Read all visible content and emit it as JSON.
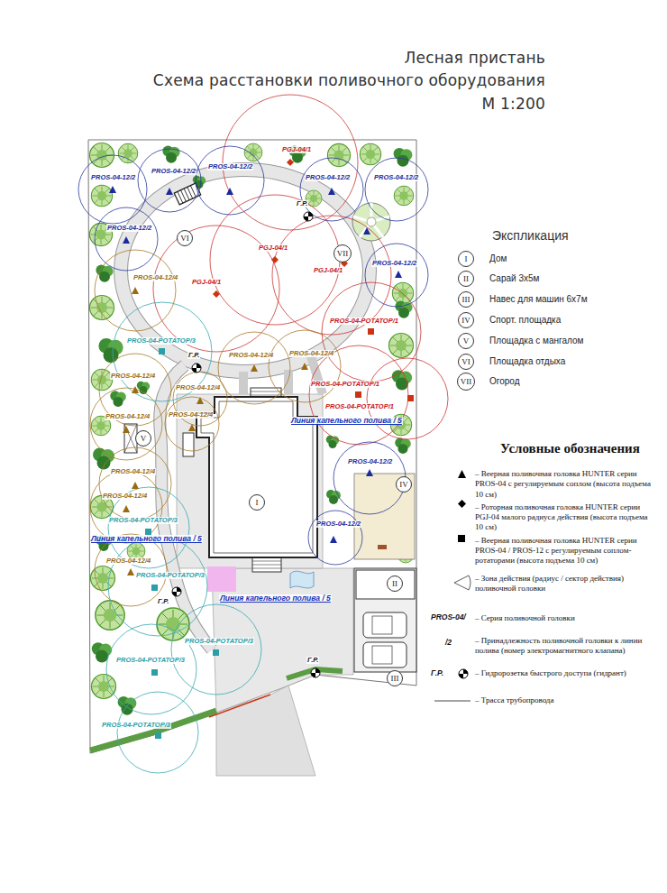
{
  "diagram": {
    "title": "Лесная пристань",
    "nodes": [
      {
        "text": [
          "VI"
        ]
      },
      {
        "text": [
          "VII"
        ]
      },
      {
        "text": [
          "V"
        ]
      },
      {
        "text": [
          "IV"
        ]
      },
      {
        "text": [
          "I"
        ]
      },
      {
        "text": [
          "II"
        ]
      },
      {
        "text": [
          "III"
        ]
      },
      {
        "text": [
          "I"
        ]
      },
      {
        "text": [
          "II"
        ]
      },
      {
        "text": [
          "III"
        ]
      },
      {
        "text": [
          "IV"
        ]
      },
      {
        "text": [
          "V"
        ]
      },
      {
        "text": [
          "VI"
        ]
      },
      {
        "text": [
          "VII"
        ]
      }
    ],
    "labels": [
      "Схема расстановки поливочного оборудования",
      "М 1:200",
      "Экспликация",
      "Дом",
      "Сарай 3х5м",
      "Навес для машин 6х7м",
      "Спорт. площадка",
      "Площадка с мангалом",
      "Площадка отдыха",
      "Огород",
      "Условные обозначения",
      "PROS-04/",
      "/2",
      "Г.Р.",
      "PGJ-04/1",
      "PROS-04-12/2",
      "PROS-04-12/2",
      "PROS-04-12/2",
      "PROS-04-12/2",
      "PROS-04-12/2",
      "Г.Р.",
      "PROS-04-12/2",
      "PGJ-04/1",
      "PGJ-04/1",
      "PGJ-04/1",
      "PROS-04-12/2",
      "PROS-04-12/4",
      "PROS-04-РОТАТОР/1",
      "PROS-04-РОТАТОР/3",
      "PROS-04-12/4",
      "PROS-04-12/4",
      "PROS-04-12/4",
      "Г.Р.",
      "PROS-04-РОТАТОР/1",
      "PROS-04-12/4",
      "PROS-04-12/4",
      "PROS-04-12/4",
      "PROS-04-РОТАТОР/1",
      "Линия капельного полива / 5",
      "PROS-04-12/2",
      "PROS-04-12/4",
      "PROS-04-12/4",
      "PROS-04-12/2",
      "PROS-04-РОТАТОР/3",
      "Линия капельного полива / 5",
      "PROS-04-12/4",
      "PROS-04-РОТАТОР/3",
      "Линия капельного полива / 5",
      "Г.Р.",
      "PROS-04-РОТАТОР/3",
      "PROS-04-РОТАТОР/3",
      "Г.Р.",
      "PROS-04-РОТАТОР/3"
    ],
    "legend": [
      {
        "text": "– Веерная поливочная головка HUNTER серии PROS-04 с регулируемым соплом (высота подъема 10 см)"
      },
      {
        "text": "– Роторная поливочная головка HUNTER серии PGJ-04 малого радиуса действия (высота подъема 10 см)"
      },
      {
        "text": "– Веерная поливочная головка HUNTER серии PROS-04 / PROS-12 с регулируемым соплом-ротаторами (высота подъема 10 см)"
      },
      {
        "text": "– Зона действия (радиус / сектор действия) поливочной головки"
      },
      {
        "text": "– Серия поливочной головки"
      },
      {
        "text": "– Принадлежность поливочной головки к линии полива (номер электромагнитного клапана)"
      },
      {
        "text": "– Гидророзетка быстрого доступа (гидрант)"
      },
      {
        "text": "– Трасса трубопровода"
      }
    ]
  }
}
